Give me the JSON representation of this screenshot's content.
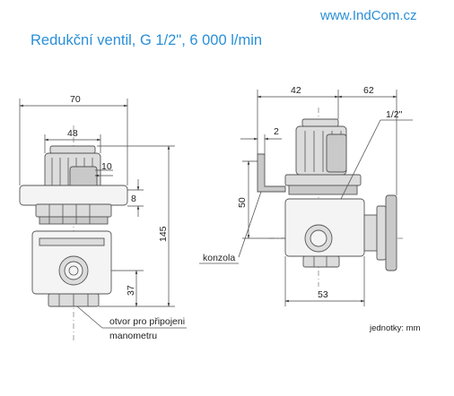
{
  "header": {
    "website": "www.IndCom.cz",
    "title": "Redukční ventil, G 1/2\", 6 000 l/min"
  },
  "front_view": {
    "dim_width_total": "70",
    "dim_knob": "48",
    "dim_10": "10",
    "dim_8": "8",
    "dim_height": "145",
    "dim_bottom": "37",
    "note_line1": "otvor pro připojeni",
    "note_line2": "manometru"
  },
  "side_view": {
    "dim_left": "42",
    "dim_right": "62",
    "dim_2": "2",
    "dim_thread": "1/2\"",
    "dim_50": "50",
    "dim_53": "53",
    "label_bracket": "konzola"
  },
  "units_note": "jednotky: mm"
}
